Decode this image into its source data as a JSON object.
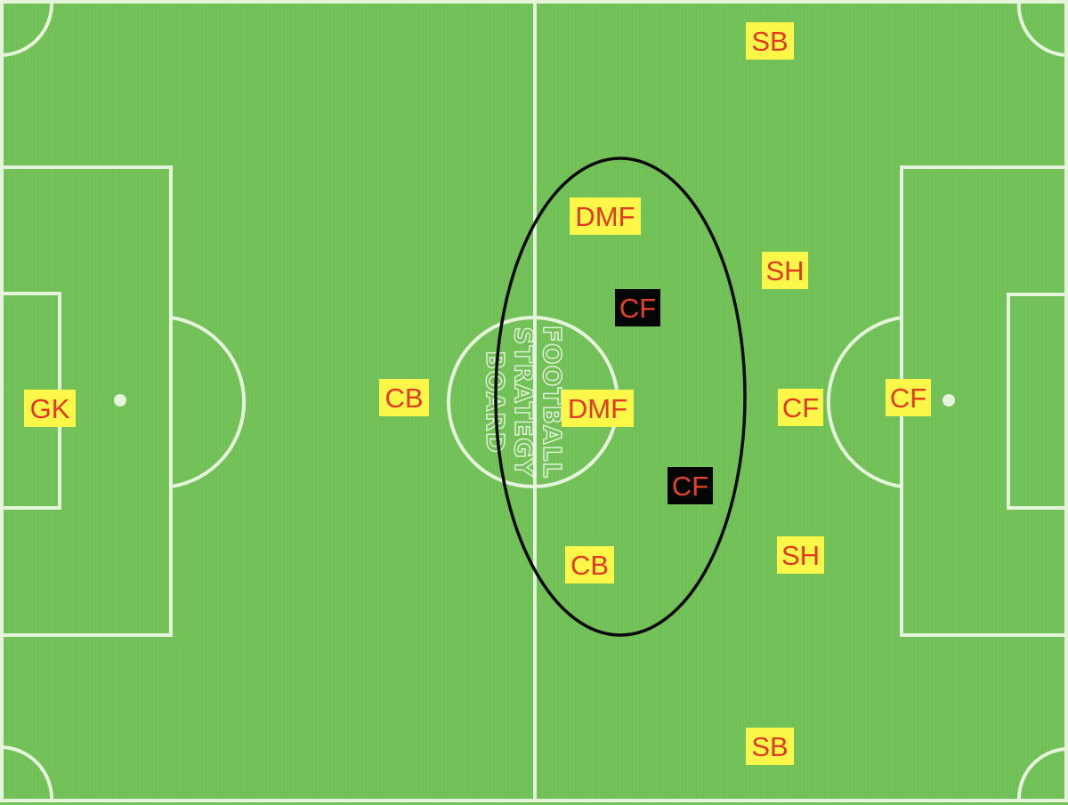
{
  "pitch": {
    "grass_color": "#72c157",
    "line_color": "#e4f5dc"
  },
  "watermark": {
    "lines": [
      "FOOTBALL",
      "STRATEGY",
      "BOARD"
    ]
  },
  "highlight": {
    "shape": "ellipse",
    "color": "#0a0a0a"
  },
  "home_team": {
    "color_bg": "#fdf74a",
    "color_text": "#df3b22",
    "players": {
      "gk": "GK",
      "cb_left": "CB",
      "sb_top": "SB",
      "dmf_top": "DMF",
      "sh_top": "SH",
      "dmf_center": "DMF",
      "cf_right": "CF",
      "cf_far": "CF",
      "cb_low": "CB",
      "sh_bottom": "SH",
      "sb_bottom": "SB"
    }
  },
  "away_team": {
    "color_bg": "#050505",
    "color_text": "#e1442a",
    "players": {
      "cf_top": "CF",
      "cf_bottom": "CF"
    }
  }
}
